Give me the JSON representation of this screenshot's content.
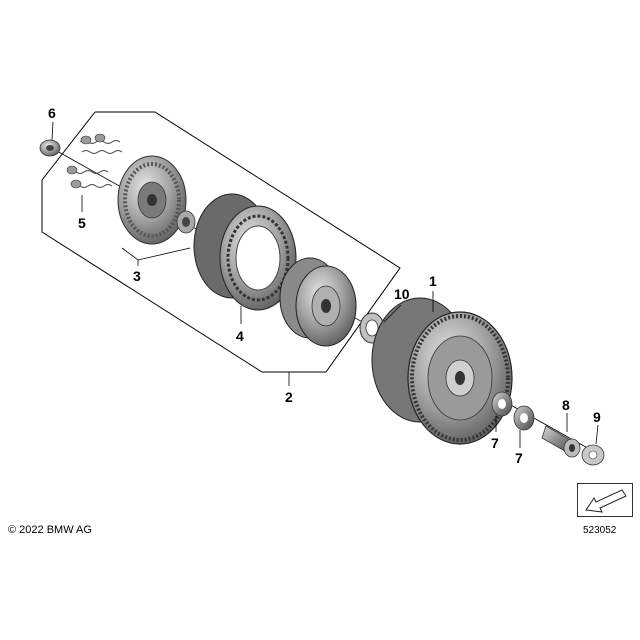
{
  "callouts": {
    "c1": "1",
    "c2": "2",
    "c3": "3",
    "c4": "4",
    "c5": "5",
    "c6": "6",
    "c7a": "7",
    "c7b": "7",
    "c8": "8",
    "c9": "9",
    "c10": "10"
  },
  "footer": {
    "copyright": "© 2022 BMW AG",
    "diagram_number": "523052"
  },
  "colors": {
    "metal_dark": "#5a5a5a",
    "metal_mid": "#8c8c8c",
    "metal_light": "#c8c8c8",
    "line": "#000000"
  }
}
